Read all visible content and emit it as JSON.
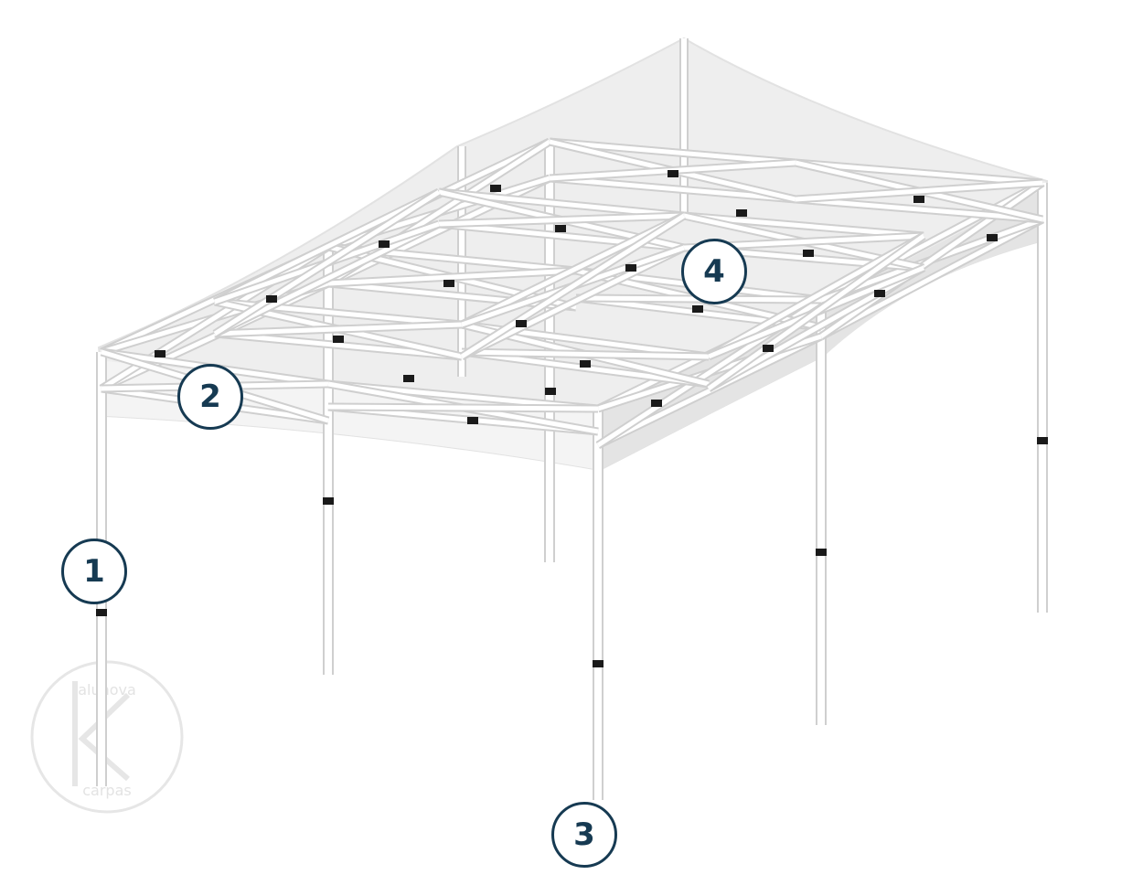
{
  "diagram": {
    "colors": {
      "background": "#ffffff",
      "canopy": "#eeeeee",
      "canopy_shadow": "#dddddd",
      "frame": "#ffffff",
      "frame_outline": "#cfcfcf",
      "connector": "#1a1a1a",
      "callout_border": "#163a52",
      "callout_text": "#163a52",
      "watermark": "#e6e6e6"
    },
    "callouts": [
      {
        "label": "1",
        "target": "leg"
      },
      {
        "label": "2",
        "target": "side-truss"
      },
      {
        "label": "3",
        "target": "leg-foot"
      },
      {
        "label": "4",
        "target": "roof-truss"
      }
    ],
    "watermark": {
      "text_top": "alunova",
      "text_bottom": "carpas",
      "letter": "K"
    }
  }
}
